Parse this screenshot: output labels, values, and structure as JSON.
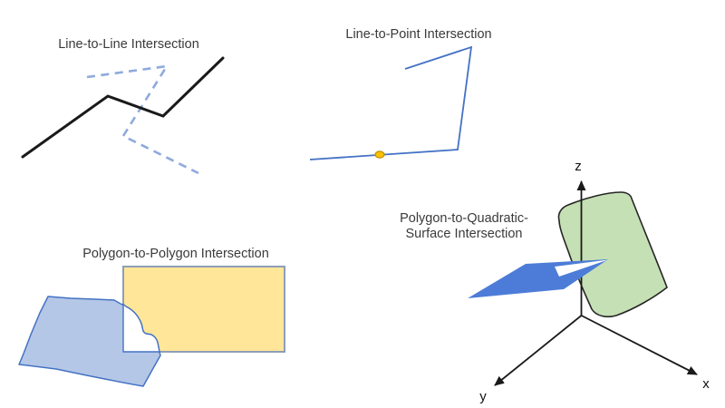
{
  "panels": {
    "line_to_line": {
      "title": "Line-to-Line Intersection"
    },
    "line_to_point": {
      "title": "Line-to-Point Intersection"
    },
    "polygon_to_polygon": {
      "title": "Polygon-to-Polygon Intersection"
    },
    "polygon_to_surface": {
      "title_line1": "Polygon-to-Quadratic-",
      "title_line2": "Surface Intersection",
      "axis_labels": {
        "x": "x",
        "y": "y",
        "z": "z"
      }
    }
  },
  "colors": {
    "solid_line": "#1a1a1a",
    "dashed_line": "#8FAADC",
    "blue_line": "#4472C4",
    "point_fill": "#FFC000",
    "point_stroke": "#BF9000",
    "polygon_blue_fill": "#B4C7E7",
    "polygon_blue_stroke": "#4472C4",
    "rect_fill": "#FFE699",
    "rect_stroke": "#8E9EB8",
    "overlap_fill": "#FFFFFF",
    "surface_fill": "#C5E0B4",
    "surface_stroke": "#262626",
    "plane_fill": "#4D7CD8",
    "axis_color": "#1a1a1a",
    "title_color": "#3a3a3a"
  }
}
